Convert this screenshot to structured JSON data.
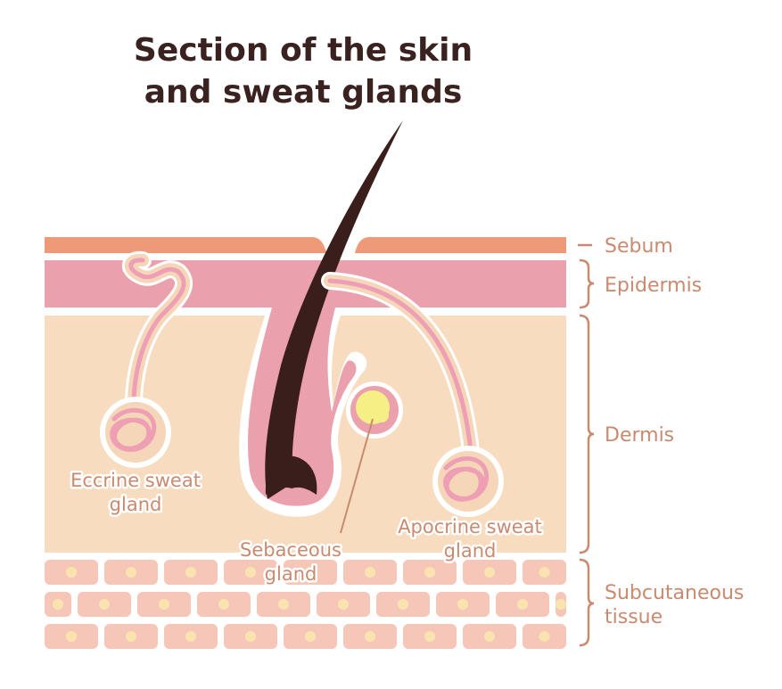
{
  "title": {
    "line1": "Section of the skin",
    "line2": "and sweat glands"
  },
  "layers": {
    "sebum": "Sebum",
    "epidermis": "Epidermis",
    "dermis": "Dermis",
    "subcutaneous_line1": "Subcutaneous",
    "subcutaneous_line2": "tissue"
  },
  "structures": {
    "eccrine_line1": "Eccrine sweat",
    "eccrine_line2": "gland",
    "sebaceous_line1": "Sebaceous",
    "sebaceous_line2": "gland",
    "apocrine_line1": "Apocrine sweat",
    "apocrine_line2": "gland"
  },
  "colors": {
    "sebum": "#ee9a78",
    "epidermis": "#eba1ad",
    "dermis": "#f8dcbf",
    "subcutaneous_cell": "#f6c7b8",
    "cell_nucleus": "#f9e3ae",
    "hair": "#3a1e1c",
    "sebaceous_lipid": "#f5ef86",
    "gland_duct": "#ef9fb4",
    "label": "#c98a6f",
    "title": "#3a2220"
  }
}
